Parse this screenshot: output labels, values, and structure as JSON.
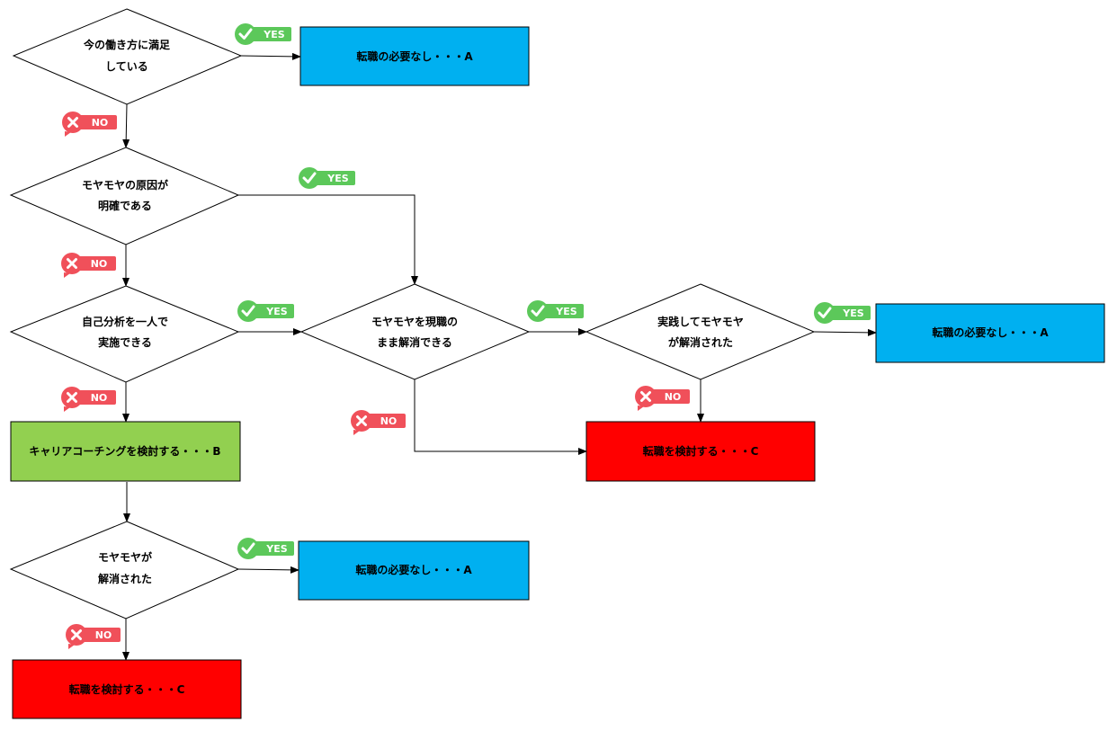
{
  "colors": {
    "blue": "#00b0f0",
    "green": "#92d050",
    "red": "#ff0000",
    "yes": "#5cc85a",
    "no": "#f0505a"
  },
  "labels": {
    "yes": "YES",
    "no": "NO"
  },
  "nodes": {
    "d1": {
      "lines": [
        "今の働き方に満足",
        "している"
      ]
    },
    "d2": {
      "lines": [
        "モヤモヤの原因が",
        "明確である"
      ]
    },
    "d3": {
      "lines": [
        "自己分析を一人で",
        "実施できる"
      ]
    },
    "d4": {
      "lines": [
        "モヤモヤを現職の",
        "まま解消できる"
      ]
    },
    "d5": {
      "lines": [
        "実践してモヤモヤ",
        "が解消された"
      ]
    },
    "d6": {
      "lines": [
        "モヤモヤが",
        "解消された"
      ]
    },
    "r1": {
      "text": "転職の必要なし・・・A",
      "color": "blue"
    },
    "r2": {
      "text": "転職の必要なし・・・A",
      "color": "blue"
    },
    "r3": {
      "text": "転職の必要なし・・・A",
      "color": "blue"
    },
    "r4": {
      "text": "キャリアコーチングを検討する・・・B",
      "color": "green"
    },
    "r5": {
      "text": "転職を検討する・・・C",
      "color": "red"
    },
    "r6": {
      "text": "転職を検討する・・・C",
      "color": "red"
    }
  }
}
